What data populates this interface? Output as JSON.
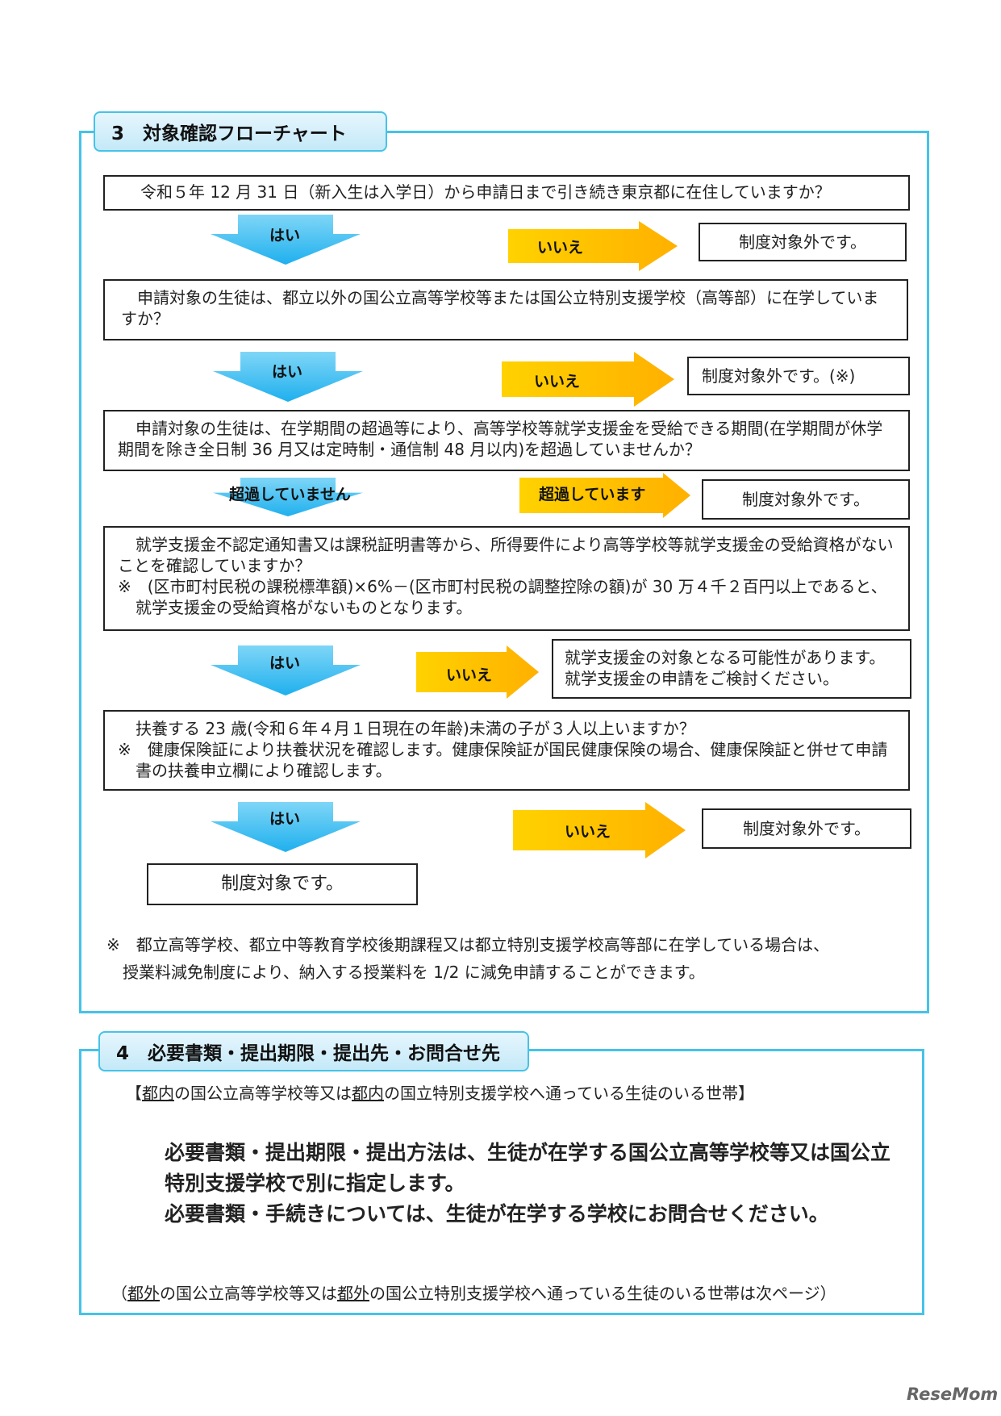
{
  "section3": {
    "title": "3　対象確認フローチャート",
    "q1": "令和５年 12 月 31 日（新入生は入学日）から申請日まで引き続き東京都に在住していますか？",
    "q2": "申請対象の生徒は、都立以外の国公立高等学校等または国公立特別支援学校（高等部）に在学していますか？",
    "q3": "申請対象の生徒は、在学期間の超過等により、高等学校等就学支援金を受給できる期間(在学期間が休学期間を除き全日制 36 月又は定時制・通信制 48 月以内)を超過していませんか？",
    "q4_line1": "就学支援金不認定通知書又は課税証明書等から、所得要件により高等学校等就学支援金の受給資格がないことを確認していますか？",
    "q4_line2": "※　(区市町村民税の課税標準額)×6%－(区市町村民税の調整控除の額)が 30 万４千２百円以上であると、就学支援金の受給資格がないものとなります。",
    "q5_line1": "扶養する 23 歳(令和６年４月１日現在の年齢)未満の子が３人以上いますか？",
    "q5_line2": "※　健康保険証により扶養状況を確認します。健康保険証が国民健康保険の場合、健康保険証と併せて申請書の扶養申立欄により確認します。",
    "yes": "はい",
    "no": "いいえ",
    "not_exceed": "超過していません",
    "exceed": "超過しています",
    "out1": "制度対象外です。",
    "out2": "制度対象外です。(※)",
    "out3": "制度対象外です。",
    "out4_line1": "就学支援金の対象となる可能性があります。",
    "out4_line2": "就学支援金の申請をご検討ください。",
    "out5": "制度対象外です。",
    "final": "制度対象です。",
    "note_line1": "※　都立高等学校、都立中等教育学校後期課程又は都立特別支援学校高等部に在学している場合は、",
    "note_line2": "授業料減免制度により、納入する授業料を 1/2 に減免申請することができます。"
  },
  "section4": {
    "title": "4　必要書類・提出期限・提出先・お問合せ先",
    "heading_pre": "【",
    "heading_u1": "都内",
    "heading_mid": "の国公立高等学校等又は",
    "heading_u2": "都内",
    "heading_post": "の国立特別支援学校へ通っている生徒のいる世帯】",
    "body_line1": "必要書類・提出期限・提出方法は、生徒が在学する国公立高等学校等又は国公立",
    "body_line2": "特別支援学校で別に指定します。",
    "body_line3": "必要書類・手続きについては、生徒が在学する学校にお問合せください。",
    "footer_pre": "（",
    "footer_u1": "都外",
    "footer_mid": "の国公立高等学校等又は",
    "footer_u2": "都外",
    "footer_post": "の国公立特別支援学校へ通っている生徒のいる世帯は次ページ）"
  },
  "watermark": "ReseMom",
  "colors": {
    "frame": "#45c3e8",
    "yes_arrow": "#29b7ee",
    "no_arrow": "#ffc000"
  }
}
